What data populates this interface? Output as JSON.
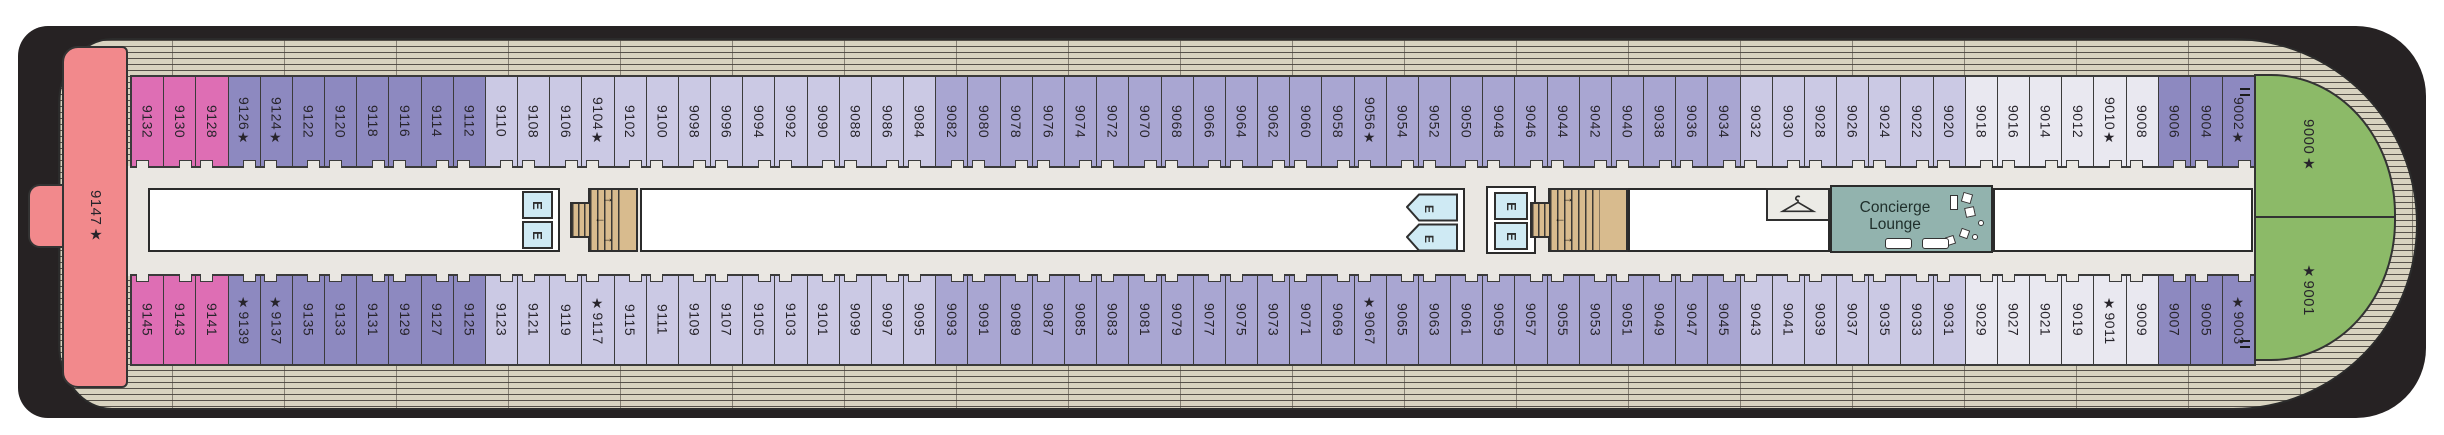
{
  "deck_plan": {
    "aft_suite": {
      "label": "9147★"
    },
    "bow_suites": {
      "top": {
        "label": "9000★"
      },
      "bottom": {
        "label": "★9001"
      }
    },
    "cabins_top": [
      "9132|pink",
      "9130|pink",
      "9128|pink",
      "9126★|dark",
      "9124★|dark",
      "9122|dark",
      "9120|dark",
      "9118|dark",
      "9116|dark",
      "9114|dark",
      "9112|dark",
      "9110|light",
      "9108|light",
      "9106|light",
      "9104★|light",
      "9102|light",
      "9100|light",
      "9098|light",
      "9096|light",
      "9094|light",
      "9092|light",
      "9090|light",
      "9088|light",
      "9086|light",
      "9084|light",
      "9082|medium",
      "9080|medium",
      "9078|medium",
      "9076|medium",
      "9074|medium",
      "9072|medium",
      "9070|medium",
      "9068|medium",
      "9066|medium",
      "9064|medium",
      "9062|medium",
      "9060|medium",
      "9058|medium",
      "9056★|medium",
      "9054|medium",
      "9052|medium",
      "9050|medium",
      "9048|medium",
      "9046|medium",
      "9044|medium",
      "9042|medium",
      "9040|medium",
      "9038|medium",
      "9036|medium",
      "9034|medium",
      "9032|light",
      "9030|light",
      "9028|light",
      "9026|light",
      "9024|light",
      "9022|light",
      "9020|light",
      "9018|white",
      "9016|white",
      "9014|white",
      "9012|white",
      "9010★|white",
      "9008|white",
      "9006|dark",
      "9004|dark",
      "9002★|dark"
    ],
    "cabins_bottom": [
      "9145|pink",
      "9143|pink",
      "9141|pink",
      "★9139|dark",
      "★9137|dark",
      "9135|dark",
      "9133|dark",
      "9131|dark",
      "9129|dark",
      "9127|dark",
      "9125|dark",
      "9123|light",
      "9121|light",
      "9119|light",
      "★9117|light",
      "9115|light",
      "9111|light",
      "9109|light",
      "9107|light",
      "9105|light",
      "9103|light",
      "9101|light",
      "9099|light",
      "9097|light",
      "9095|light",
      "9093|medium",
      "9091|medium",
      "9089|medium",
      "9087|medium",
      "9085|medium",
      "9083|medium",
      "9081|medium",
      "9079|medium",
      "9077|medium",
      "9075|medium",
      "9073|medium",
      "9071|medium",
      "9069|medium",
      "★9067|medium",
      "9065|medium",
      "9063|medium",
      "9061|medium",
      "9059|medium",
      "9057|medium",
      "9055|medium",
      "9053|medium",
      "9051|medium",
      "9049|medium",
      "9047|medium",
      "9045|medium",
      "9043|light",
      "9041|light",
      "9039|light",
      "9037|light",
      "9035|light",
      "9033|light",
      "9031|light",
      "9029|white",
      "9027|white",
      "9021|white",
      "9019|white",
      "★9011|white",
      "9009|white",
      "9007|dark",
      "9005|dark",
      "★9003|dark"
    ],
    "lounge": {
      "line1": "Concierge",
      "line2": "Lounge"
    },
    "elevator_letter": "E",
    "stair_arrows": {
      "up": "→",
      "down": "←"
    },
    "palette": {
      "frame_black": "#262223",
      "hull_beige": "#d8d3c0",
      "corridor_grey": "#eae7e2",
      "cabin_pink": "#de6eb4",
      "suite_salmon": "#f2898c",
      "cabin_dark_purple": "#8d89c0",
      "cabin_medium_purple": "#a9a6d2",
      "cabin_light_purple": "#cbc9e4",
      "cabin_near_white": "#e9e8f0",
      "suite_green": "#8cba68",
      "lounge_teal": "#92b3ae",
      "elevator_blue": "#cfeaf4",
      "stairs_tan": "#d8bb8e"
    }
  }
}
